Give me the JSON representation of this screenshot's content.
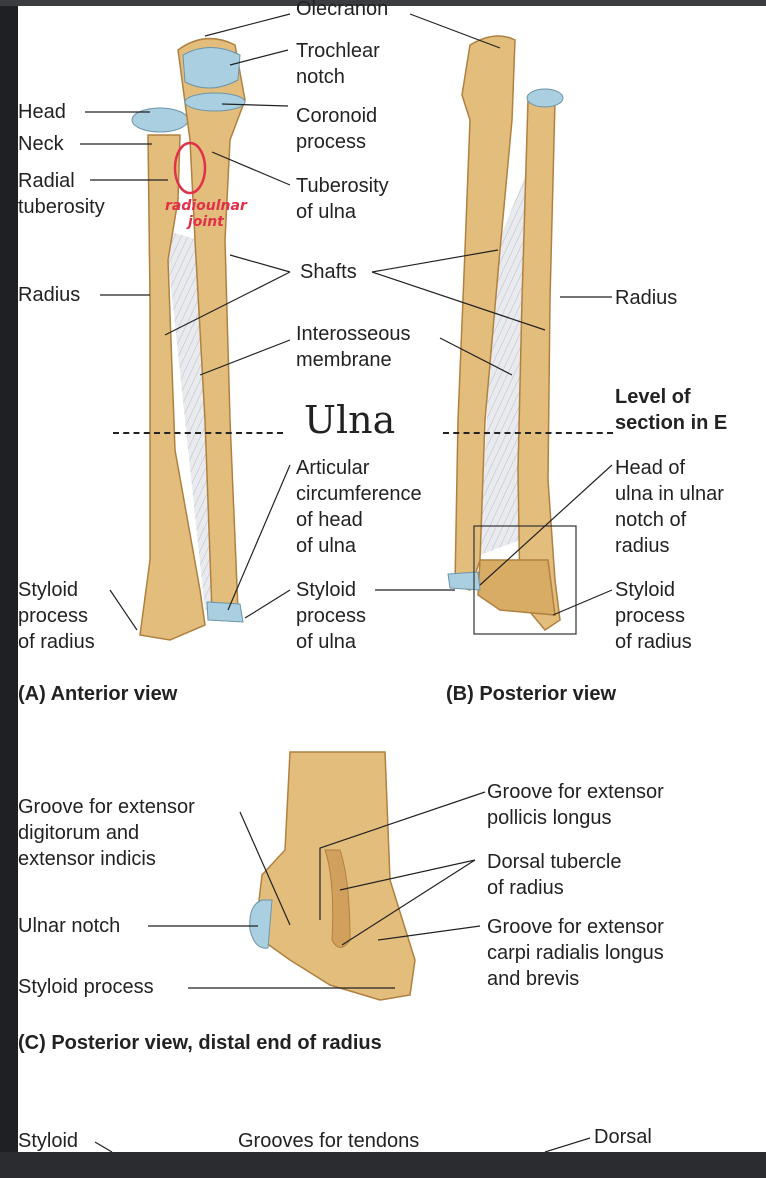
{
  "colors": {
    "bone": "#e3bd7c",
    "bone_shadow": "#c99a55",
    "cartilage": "#a9cfe0",
    "membrane": "#e6e7ec",
    "annotation": "#e0304a"
  },
  "panel_a": {
    "olecranon": "Olecranon",
    "trochlear_notch": "Trochlear\nnotch",
    "head": "Head",
    "neck": "Neck",
    "coronoid": "Coronoid\nprocess",
    "radial_tuberosity": "Radial\ntuberosity",
    "tuberosity_ulna": "Tuberosity\nof ulna",
    "handwritten": "radioulnar\njoint",
    "radius": "Radius",
    "shafts": "Shafts",
    "interosseous": "Interosseous\nmembrane",
    "ulna": "Ulna",
    "articular": "Articular\ncircumference\nof head\nof ulna",
    "styloid_radius": "Styloid\nprocess\nof radius",
    "styloid_ulna": "Styloid\nprocess\nof ulna",
    "caption": "(A) Anterior view"
  },
  "panel_b": {
    "radius": "Radius",
    "level": "Level of\nsection in E",
    "head_ulna": "Head of\nulna in ulnar\nnotch of\nradius",
    "styloid_radius": "Styloid\nprocess\nof radius",
    "caption": "(B) Posterior view"
  },
  "panel_c": {
    "groove_digitorum": "Groove for extensor\ndigitorum and\nextensor indicis",
    "ulnar_notch": "Ulnar notch",
    "styloid": "Styloid process",
    "groove_pollicis": "Groove for extensor\npollicis longus",
    "dorsal_tubercle": "Dorsal tubercle\nof radius",
    "groove_carpi": "Groove for extensor\ncarpi radialis longus\nand brevis",
    "caption": "(C) Posterior view, distal end of radius"
  },
  "panel_d": {
    "styloid": "Styloid",
    "grooves": "Grooves for tendons",
    "dorsal": "Dorsal"
  }
}
